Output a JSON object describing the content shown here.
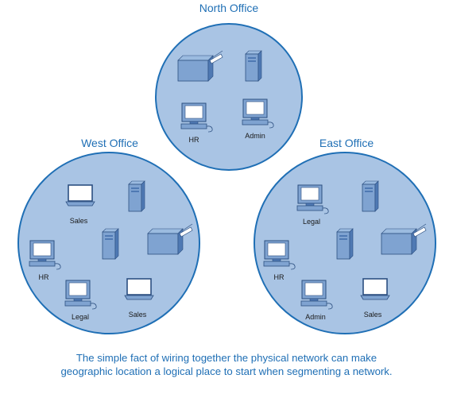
{
  "offices": [
    {
      "name": "North Office",
      "devices": [
        {
          "type": "printer",
          "label": ""
        },
        {
          "type": "server",
          "label": ""
        },
        {
          "type": "desktop",
          "label": "HR"
        },
        {
          "type": "desktop",
          "label": "Admin"
        }
      ]
    },
    {
      "name": "West Office",
      "devices": [
        {
          "type": "laptop",
          "label": "Sales"
        },
        {
          "type": "server",
          "label": ""
        },
        {
          "type": "server",
          "label": ""
        },
        {
          "type": "printer",
          "label": ""
        },
        {
          "type": "desktop",
          "label": "HR"
        },
        {
          "type": "desktop",
          "label": "Legal"
        },
        {
          "type": "laptop",
          "label": "Sales"
        }
      ]
    },
    {
      "name": "East Office",
      "devices": [
        {
          "type": "desktop",
          "label": "Legal"
        },
        {
          "type": "server",
          "label": ""
        },
        {
          "type": "server",
          "label": ""
        },
        {
          "type": "printer",
          "label": ""
        },
        {
          "type": "desktop",
          "label": "HR"
        },
        {
          "type": "desktop",
          "label": "Admin"
        },
        {
          "type": "laptop",
          "label": "Sales"
        }
      ]
    }
  ],
  "caption": {
    "line1": "The simple fact of wiring together the physical network can make",
    "line2": "geographic location a logical place to start when segmenting a network."
  },
  "colors": {
    "circle_fill": "#a9c4e4",
    "circle_stroke": "#1f6fb5",
    "device_blue": "#7fa3d1",
    "device_dark": "#4f79b3",
    "title_text": "#1f6fb5"
  }
}
